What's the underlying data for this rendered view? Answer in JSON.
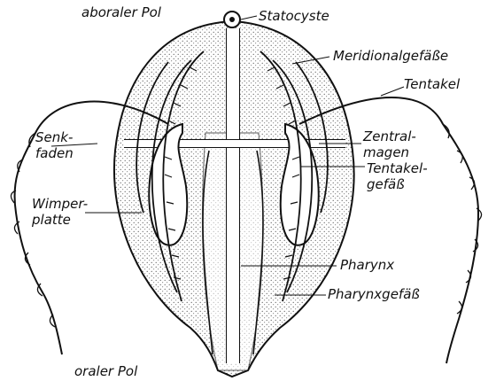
{
  "labels": {
    "aboral_pole": "aboraler Pol",
    "statocyst": "Statocyste",
    "meridional_vessels": "Meridionalgefäße",
    "tentacle": "Tentakel",
    "side_filaments": [
      "Senk-",
      "faden"
    ],
    "central_stomach": [
      "Zentral-",
      "magen"
    ],
    "tentacle_vessel": [
      "Tentakel-",
      "gefäß"
    ],
    "comb_plate": [
      "Wimper-",
      "platte"
    ],
    "pharynx": "Pharynx",
    "pharynx_vessel": "Pharynxgefäß",
    "oral_pole": "oraler Pol"
  },
  "colors": {
    "ink": "#111111",
    "paper": "#ffffff",
    "stipple": "#444444"
  }
}
